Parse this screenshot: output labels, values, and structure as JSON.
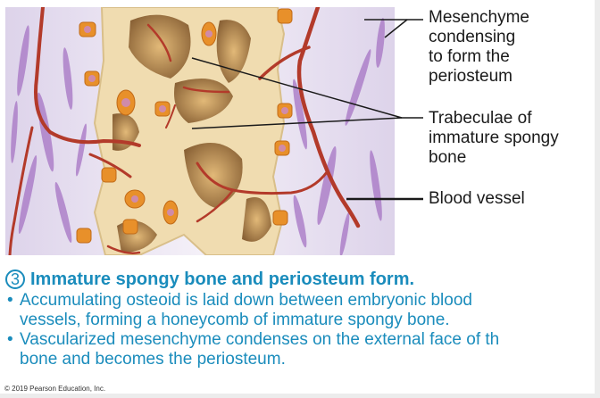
{
  "figure": {
    "labels": [
      {
        "id": "mesenchyme",
        "text": "Mesenchyme\ncondensing\nto form the\nperiosteum"
      },
      {
        "id": "trabeculae",
        "text": "Trabeculae of\nimmature spongy\nbone"
      },
      {
        "id": "blood_vessel",
        "text": "Blood vessel"
      }
    ],
    "colors": {
      "bone": "#f0dcb0",
      "bone_shadow": "#b98d55",
      "vessel": "#b33a2a",
      "mesenchyme_bg": "#e4dcef",
      "mesenchyme_cell": "#9a66b8",
      "osteoblast": "#e8902a",
      "caption_blue": "#1a8cbc"
    }
  },
  "caption": {
    "step_number": "3",
    "heading": "Immature spongy bone and periosteum form.",
    "bullets": [
      {
        "line1": "Accumulating osteoid is laid down between embryonic blood",
        "line2": "vessels, forming a honeycomb of immature spongy bone."
      },
      {
        "line1": "Vascularized mesenchyme condenses on the external face of th",
        "line2": "bone and becomes the periosteum."
      }
    ]
  },
  "footer": {
    "copyright": "© 2019 Pearson Education, Inc."
  }
}
